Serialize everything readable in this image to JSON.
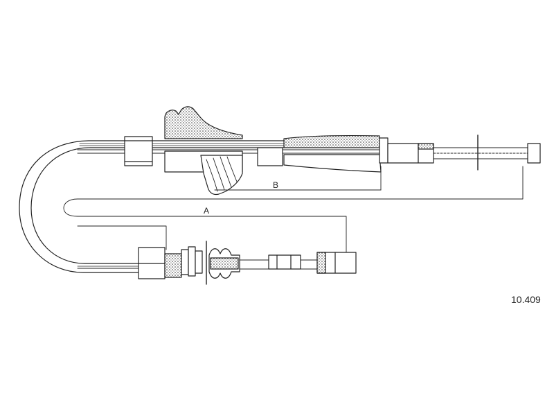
{
  "diagram": {
    "part_number": "10.409",
    "dimension_a_label": "A",
    "dimension_b_label": "B",
    "colors": {
      "line": "#222222",
      "background": "#ffffff"
    }
  }
}
